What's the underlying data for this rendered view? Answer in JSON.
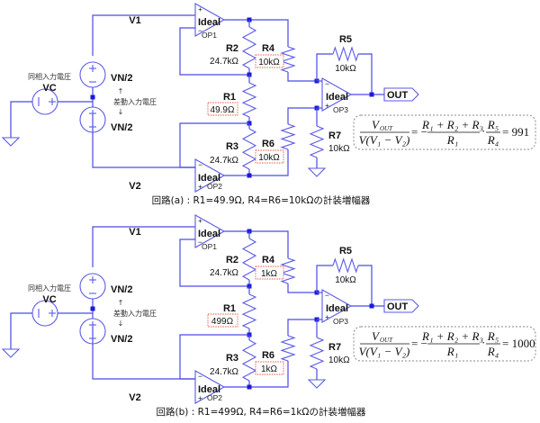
{
  "circuits": [
    {
      "id": "a",
      "labels": {
        "v1": "V1",
        "v2": "V2",
        "vc": "VC",
        "vc_desc": "同相入力電圧",
        "vn_top": "VN/2",
        "vn_bottom": "VN/2",
        "diff_desc": "差動入力電圧",
        "arrow_up": "↑",
        "arrow_down": "↓",
        "out": "OUT"
      },
      "opamps": [
        {
          "name": "OP1",
          "model": "Ideal"
        },
        {
          "name": "OP2",
          "model": "Ideal"
        },
        {
          "name": "OP3",
          "model": "Ideal"
        }
      ],
      "resistors": {
        "R1": {
          "name": "R1",
          "value": "49.9Ω",
          "highlighted": true
        },
        "R2": {
          "name": "R2",
          "value": "24.7kΩ",
          "highlighted": false
        },
        "R3": {
          "name": "R3",
          "value": "24.7kΩ",
          "highlighted": false
        },
        "R4": {
          "name": "R4",
          "value": "10kΩ",
          "highlighted": true
        },
        "R5": {
          "name": "R5",
          "value": "10kΩ",
          "highlighted": false
        },
        "R6": {
          "name": "R6",
          "value": "10kΩ",
          "highlighted": true
        },
        "R7": {
          "name": "R7",
          "value": "10kΩ",
          "highlighted": false
        }
      },
      "equation": {
        "lhs_num": "V",
        "lhs_num_sub": "OUT",
        "lhs_den": "V(V₁ − V₂)",
        "rhs_num1": "R₁ + R₂ + R₃",
        "rhs_den1": "R₁",
        "rhs_num2": "R₅",
        "rhs_den2": "R₄",
        "result": "= 991"
      },
      "caption": "回路(a) : R1=49.9Ω, R4=R6=10kΩの計装増幅器"
    },
    {
      "id": "b",
      "labels": {
        "v1": "V1",
        "v2": "V2",
        "vc": "VC",
        "vc_desc": "同相入力電圧",
        "vn_top": "VN/2",
        "vn_bottom": "VN/2",
        "diff_desc": "差動入力電圧",
        "arrow_up": "↑",
        "arrow_down": "↓",
        "out": "OUT"
      },
      "opamps": [
        {
          "name": "OP1",
          "model": "Ideal"
        },
        {
          "name": "OP2",
          "model": "Ideal"
        },
        {
          "name": "OP3",
          "model": "Ideal"
        }
      ],
      "resistors": {
        "R1": {
          "name": "R1",
          "value": "499Ω",
          "highlighted": true
        },
        "R2": {
          "name": "R2",
          "value": "24.7kΩ",
          "highlighted": false
        },
        "R3": {
          "name": "R3",
          "value": "24.7kΩ",
          "highlighted": false
        },
        "R4": {
          "name": "R4",
          "value": "1kΩ",
          "highlighted": true
        },
        "R5": {
          "name": "R5",
          "value": "10kΩ",
          "highlighted": false
        },
        "R6": {
          "name": "R6",
          "value": "1kΩ",
          "highlighted": true
        },
        "R7": {
          "name": "R7",
          "value": "10kΩ",
          "highlighted": false
        }
      },
      "equation": {
        "lhs_num": "V",
        "lhs_num_sub": "OUT",
        "lhs_den": "V(V₁ − V₂)",
        "rhs_num1": "R₁ + R₂ + R₃",
        "rhs_den1": "R₁",
        "rhs_num2": "R₅",
        "rhs_den2": "R₄",
        "result": "= 1000"
      },
      "caption": "回路(b) : R1=499Ω, R4=R6=1kΩの計装増幅器"
    }
  ],
  "colors": {
    "wire": "#4a4ae6",
    "node": "#1a1ad8",
    "highlight_box": "#e05a3a"
  }
}
